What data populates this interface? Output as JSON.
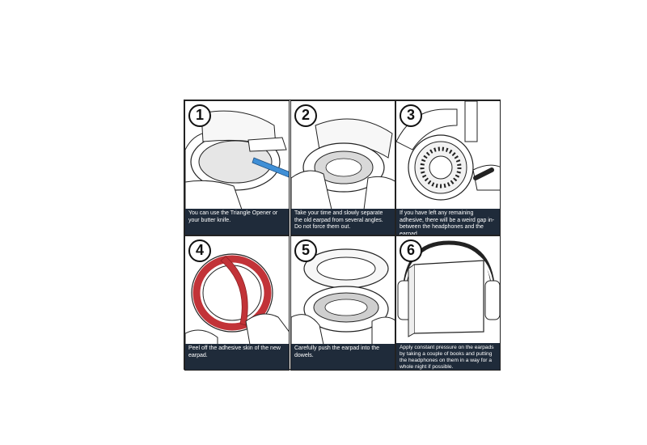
{
  "steps": [
    {
      "number": "1",
      "caption": "You can use the Triangle Opener or your butter knife."
    },
    {
      "number": "2",
      "caption": "Take your time and slowly separate the old earpad from several angles. Do not force them out."
    },
    {
      "number": "3",
      "caption": "If you have left any remaining adhesive, there will be a weird gap in-between the headphones and the earpad."
    },
    {
      "number": "4",
      "caption": "Peel off the adhesive skin of the new earpad."
    },
    {
      "number": "5",
      "caption": "Carefully push the earpad into the dowels."
    },
    {
      "number": "6",
      "caption": "Apply constant pressure on the earpads by taking a couple of books and putting the headphones on them in a way for a whole night if possible."
    }
  ],
  "colors": {
    "caption_bg": "#1f2b3a",
    "tool_blue": "#3f8fd6",
    "adhesive_red": "#c23338"
  }
}
